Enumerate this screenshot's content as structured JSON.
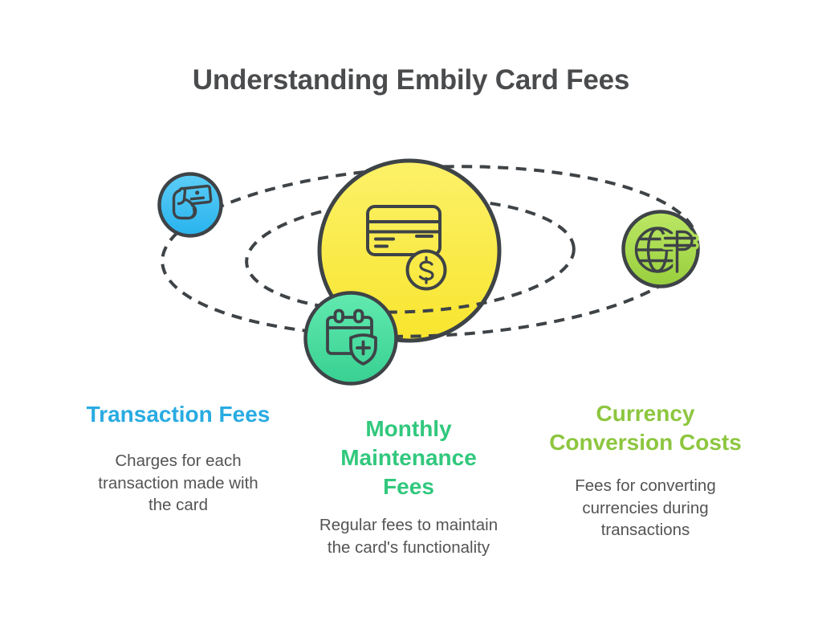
{
  "title": {
    "text": "Understanding Embily Card Fees"
  },
  "colors": {
    "title": "#4A4B4D",
    "body_text": "#545456",
    "outline": "#3E4347",
    "heading_blue": "#29ABE2",
    "heading_green": "#31C87D",
    "heading_lime": "#8DC63F",
    "hub_yellow_top": "#FCF169",
    "hub_yellow_bottom": "#F8E52E",
    "satellite_blue_top": "#5CCDF6",
    "satellite_blue_bottom": "#29B3EE",
    "satellite_mint_top": "#62EAAF",
    "satellite_mint_bottom": "#38D092",
    "satellite_lime_top": "#BCE765",
    "satellite_lime_bottom": "#98CF3D"
  },
  "diagram": {
    "hub_icon": "credit-card-dollar-icon",
    "orbits": 2,
    "satellite_icons": [
      "hand-holding-card-icon",
      "calendar-shield-icon",
      "globe-peso-icon"
    ]
  },
  "sections": [
    {
      "heading": "Transaction Fees",
      "body": "Charges for each\ntransaction made with\nthe card"
    },
    {
      "heading": "Monthly\nMaintenance\nFees",
      "body": "Regular fees to maintain\nthe card's functionality"
    },
    {
      "heading": "Currency\nConversion Costs",
      "body": "Fees for converting\ncurrencies during\ntransactions"
    }
  ]
}
